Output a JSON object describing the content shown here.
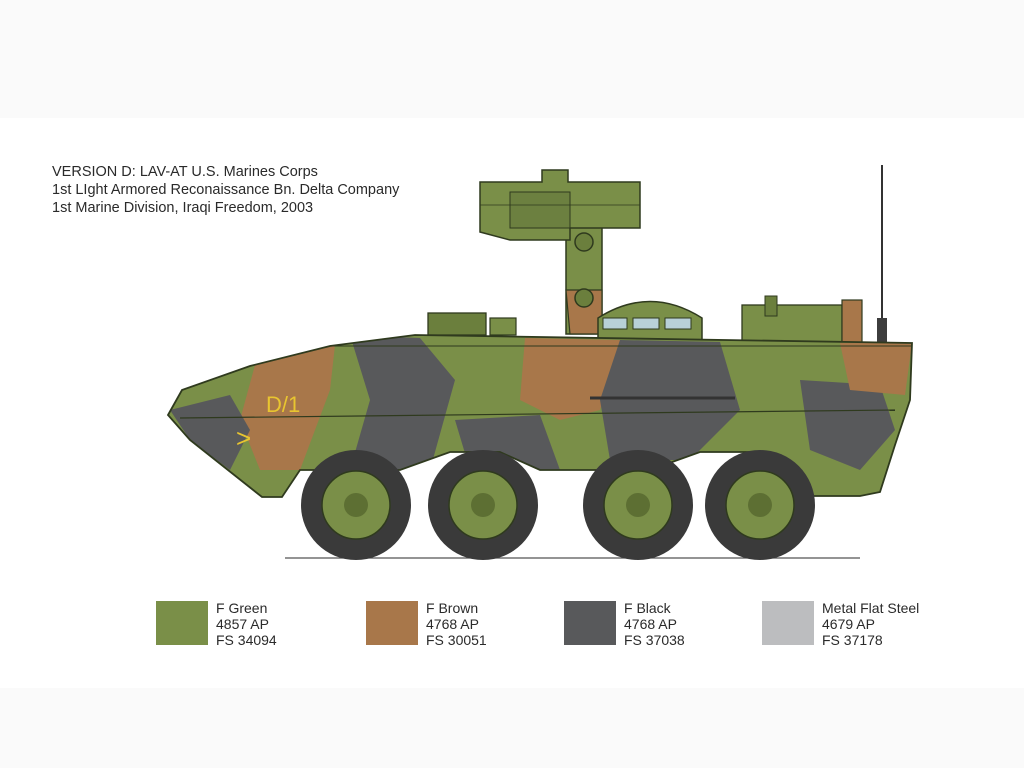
{
  "caption": {
    "line1": "VERSION D: LAV-AT U.S. Marines Corps",
    "line2": "1st LIght Armored Reconaissance Bn. Delta Company",
    "line3": "1st Marine Division, Iraqi Freedom, 2003"
  },
  "markings": {
    "unit_code": "D/1",
    "chevron": ">"
  },
  "colors": {
    "green": "#7a8f48",
    "brown": "#a8774a",
    "black": "#58595b",
    "steel": "#bcbdbf"
  },
  "palette": [
    {
      "name": "F Green",
      "code": "4857 AP",
      "fs": "FS 34094",
      "color": "#7a8f48"
    },
    {
      "name": "F Brown",
      "code": "4768 AP",
      "fs": "FS 30051",
      "color": "#a8774a"
    },
    {
      "name": "F Black",
      "code": "4768 AP",
      "fs": "FS 37038",
      "color": "#58595b"
    },
    {
      "name": "Metal Flat Steel",
      "code": "4679 AP",
      "fs": "FS 37178",
      "color": "#bcbdbf"
    }
  ]
}
